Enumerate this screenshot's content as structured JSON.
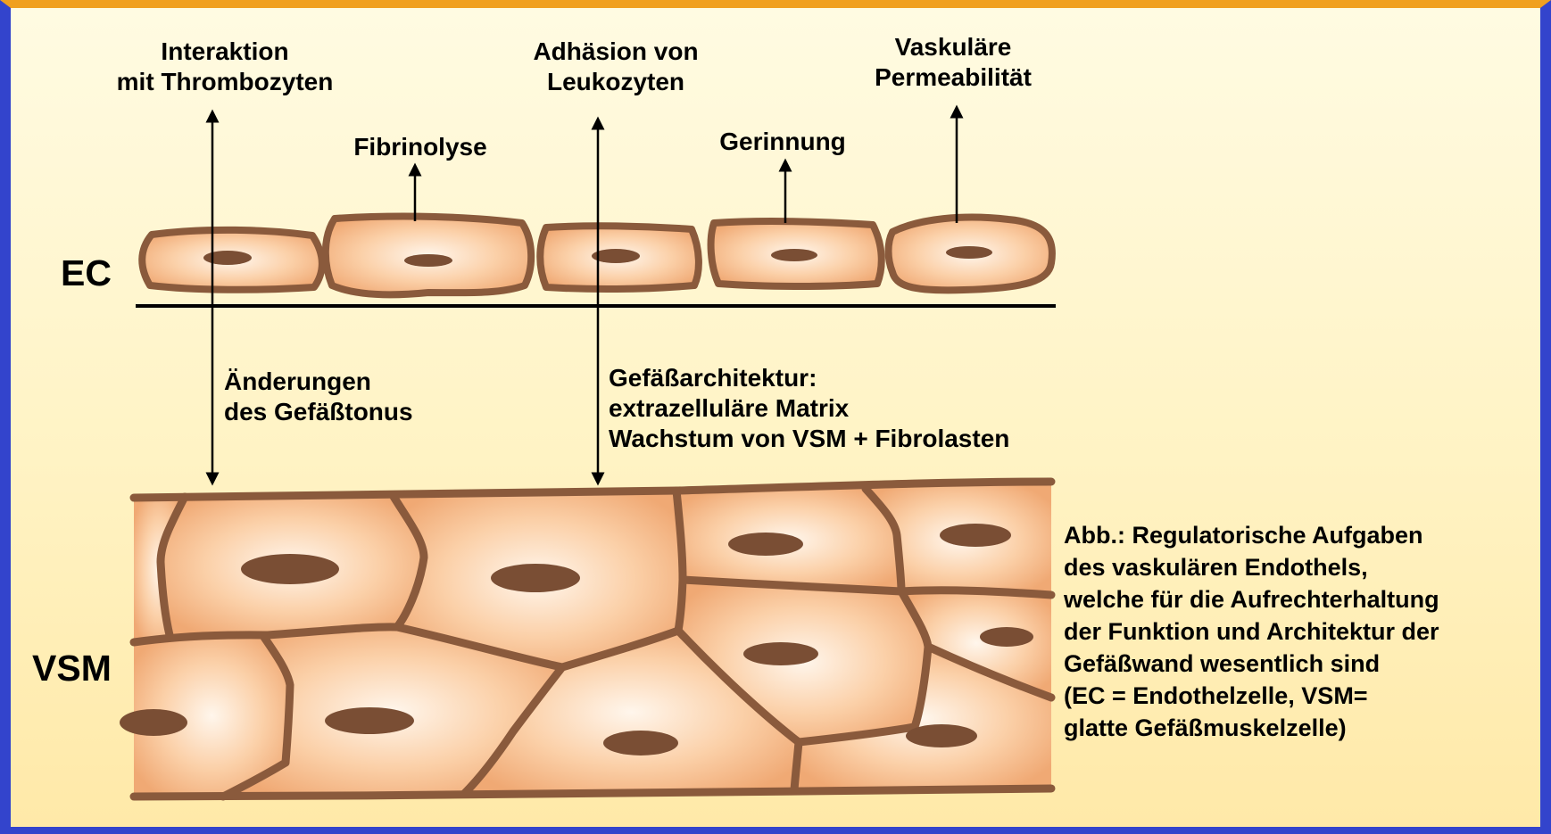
{
  "labels": {
    "ec": "EC",
    "vsm": "VSM",
    "thrombozyten_1": "Interaktion",
    "thrombozyten_2": "mit Thrombozyten",
    "leukozyten_1": "Adhäsion von",
    "leukozyten_2": "Leukozyten",
    "permeabilitaet_1": "Vaskuläre",
    "permeabilitaet_2": "Permeabilität",
    "fibrinolyse": "Fibrinolyse",
    "gerinnung": "Gerinnung",
    "tonus_1": "Änderungen",
    "tonus_2": "des Gefäßtonus",
    "architektur_1": "Gefäßarchitektur:",
    "architektur_2": "extrazelluläre Matrix",
    "architektur_3": "Wachstum von VSM + Fibrolasten"
  },
  "caption": [
    "Abb.: Regulatorische  Aufgaben",
    "des vaskulären Endothels,",
    "welche für die Aufrechterhaltung",
    "der Funktion und Architektur der",
    "Gefäßwand wesentlich sind",
    "(EC = Endothelzelle, VSM=",
    "glatte Gefäßmuskelzelle)"
  ],
  "colors": {
    "cell_border": "#8a5a3c",
    "cell_center": "#fff6ec",
    "cell_edge": "#f0a974",
    "nucleus": "#7a4e34",
    "background_top": "#fffbe2",
    "background_bottom": "#ffe9a8",
    "frame_blue": "#3344cc",
    "frame_orange": "#f0a020"
  }
}
